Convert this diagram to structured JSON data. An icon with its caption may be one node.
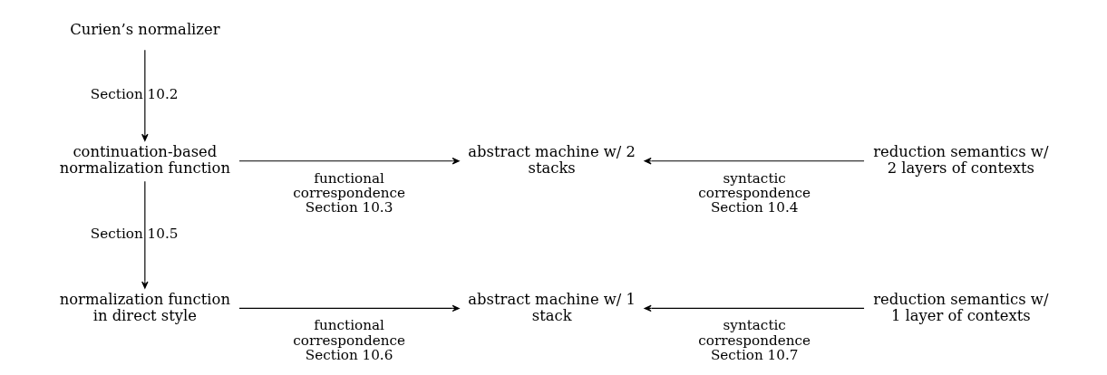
{
  "diagram": {
    "nodes": [
      {
        "text": [
          "Curien’s normalizer"
        ]
      },
      {
        "text": [
          "continuation-based normalization function"
        ]
      },
      {
        "text": [
          "abstract machine w/ 2 stacks"
        ]
      },
      {
        "text": [
          "reduction semantics w/ 2 layers of contexts"
        ]
      },
      {
        "text": [
          "normalization function in direct style"
        ]
      },
      {
        "text": [
          "abstract machine w/ 1 stack"
        ]
      },
      {
        "text": [
          "reduction semantics w/ 1 layer of contexts"
        ]
      }
    ],
    "edges": [
      {
        "from": 0,
        "to": 1,
        "arrow": "to",
        "label": "Section 10.2"
      },
      {
        "from": 1,
        "to": 2,
        "arrow": "to",
        "label": "functional correspondence Section 10.3"
      },
      {
        "from": 3,
        "to": 2,
        "arrow": "to",
        "label": "syntactic correspondence Section 10.4"
      },
      {
        "from": 1,
        "to": 4,
        "arrow": "to",
        "label": "Section 10.5"
      },
      {
        "from": 4,
        "to": 5,
        "arrow": "to",
        "label": "functional correspondence Section 10.6"
      },
      {
        "from": 6,
        "to": 5,
        "arrow": "to",
        "label": "syntactic correspondence Section 10.7"
      }
    ]
  }
}
